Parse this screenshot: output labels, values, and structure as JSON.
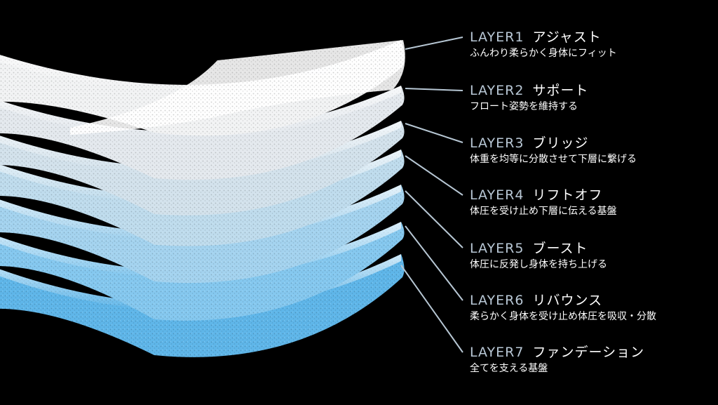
{
  "layers": [
    {
      "name": "LAYER1",
      "kind": "アジャスト",
      "desc": "ふんわり柔らかく身体にフィット",
      "color": "#f2f3f4"
    },
    {
      "name": "LAYER2",
      "kind": "サポート",
      "desc": "フロート姿勢を維持する",
      "color": "#e4e9ee"
    },
    {
      "name": "LAYER3",
      "kind": "ブリッジ",
      "desc": "体重を均等に分散させて下層に繋げる",
      "color": "#d3e2ec"
    },
    {
      "name": "LAYER4",
      "kind": "リフトオフ",
      "desc": "体圧を受け止め下層に伝える基盤",
      "color": "#bfdced"
    },
    {
      "name": "LAYER5",
      "kind": "ブースト",
      "desc": "体圧に反発し身体を持ち上げる",
      "color": "#a4d3ef"
    },
    {
      "name": "LAYER6",
      "kind": "リバウンス",
      "desc": "柔らかく身体を受け止め体圧を吸収・分散",
      "color": "#85c8ef"
    },
    {
      "name": "LAYER7",
      "kind": "ファンデーション",
      "desc": "全てを支える基盤",
      "color": "#5fb6e9"
    }
  ],
  "colors": {
    "background": "#000000",
    "label": "#b9c8d6",
    "text": "#ffffff",
    "leader": "#b7c7d4"
  }
}
